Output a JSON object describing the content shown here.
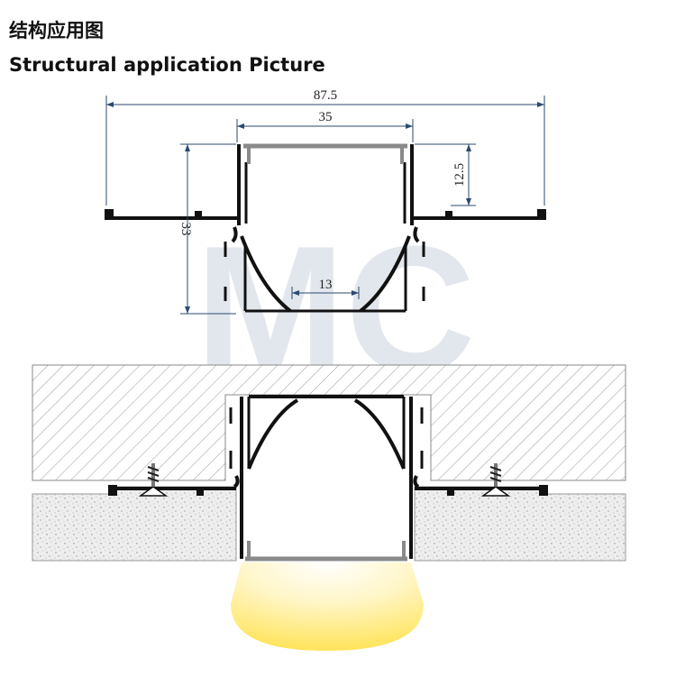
{
  "header": {
    "title_cn": "结构应用图",
    "title_en": "Structural application Picture"
  },
  "dimensions": {
    "overall_width": "87.5",
    "inner_width": "35",
    "flange_height": "12.5",
    "total_height": "33",
    "bottom_width": "13"
  },
  "watermark": {
    "text": "MC",
    "color": "#d8dfe6"
  },
  "colors": {
    "profile": "#111111",
    "diffuser": "#8a8a8a",
    "dimension_line": "#2b4a6e",
    "light_glow": "#fff0a0"
  }
}
